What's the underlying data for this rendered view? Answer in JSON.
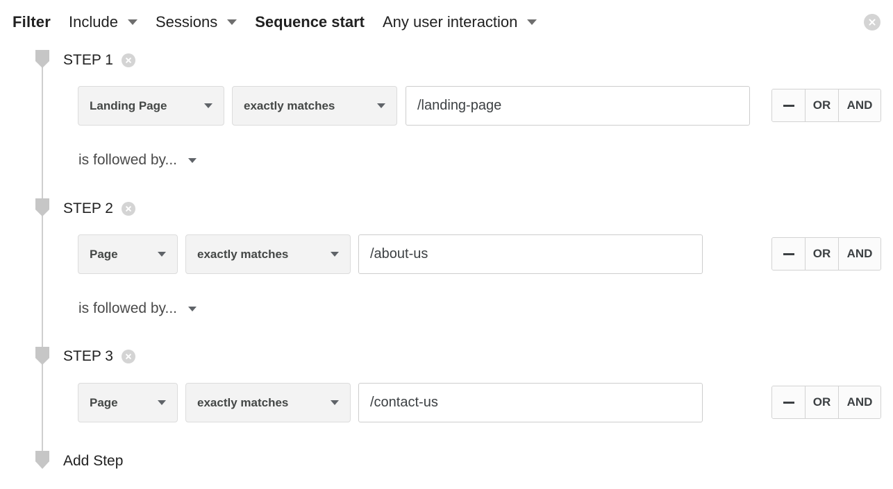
{
  "header": {
    "filter_label": "Filter",
    "include_label": "Include",
    "scope_label": "Sessions",
    "sequence_label": "Sequence start",
    "interaction_label": "Any user interaction",
    "close_icon": "close-circle-icon"
  },
  "colors": {
    "page_background": "#ffffff",
    "text_primary": "#212121",
    "text_secondary": "#4a4a4a",
    "dropdown_background": "#f3f3f3",
    "dropdown_border": "#dcdcdc",
    "input_border": "#cdcdcd",
    "rail": "#cfcfcf",
    "pin": "#c6c6c6",
    "badge": "#d4d4d4"
  },
  "segmented": {
    "minus_label": "",
    "or_label": "OR",
    "and_label": "AND"
  },
  "steps": [
    {
      "label": "STEP 1",
      "dimension": "Landing Page",
      "operator": "exactly matches",
      "value": "/landing-page",
      "value_placeholder": "",
      "connector": "is followed by..."
    },
    {
      "label": "STEP 2",
      "dimension": "Page",
      "operator": "exactly matches",
      "value": "/about-us",
      "value_placeholder": "",
      "connector": "is followed by..."
    },
    {
      "label": "STEP 3",
      "dimension": "Page",
      "operator": "exactly matches",
      "value": "/contact-us",
      "value_placeholder": "",
      "connector": null
    }
  ],
  "add_step": {
    "label": "Add Step"
  }
}
